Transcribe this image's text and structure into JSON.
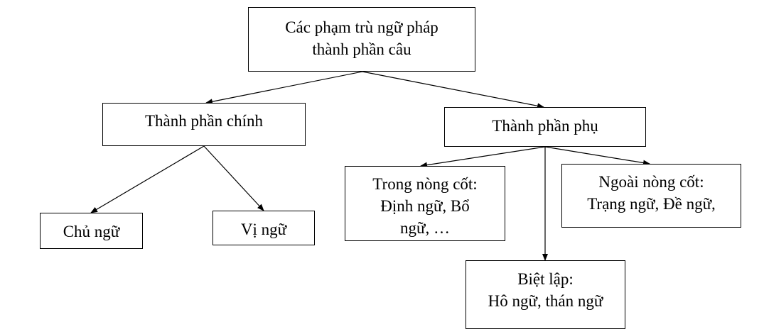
{
  "diagram": {
    "root": {
      "lines": [
        "Các phạm trù ngữ pháp",
        "thành phần câu"
      ]
    },
    "main": {
      "lines": [
        "Thành phần chính"
      ]
    },
    "sub": {
      "lines": [
        "Thành phần phụ"
      ]
    },
    "subject": {
      "lines": [
        "Chủ ngữ"
      ]
    },
    "predicate": {
      "lines": [
        "Vị ngữ"
      ]
    },
    "core": {
      "lines": [
        "Trong nòng cốt:",
        "Định ngữ, Bổ",
        "ngữ, …"
      ]
    },
    "outer": {
      "lines": [
        "Ngoài nòng cốt:",
        "Trạng ngữ, Đề ngữ,"
      ]
    },
    "separate": {
      "lines": [
        "Biệt lập:",
        "Hô ngữ, thán ngữ"
      ]
    },
    "edges": [
      {
        "from": "root",
        "to": "main"
      },
      {
        "from": "root",
        "to": "sub"
      },
      {
        "from": "main",
        "to": "subject"
      },
      {
        "from": "main",
        "to": "predicate"
      },
      {
        "from": "sub",
        "to": "core"
      },
      {
        "from": "sub",
        "to": "outer"
      },
      {
        "from": "sub",
        "to": "separate"
      }
    ]
  }
}
